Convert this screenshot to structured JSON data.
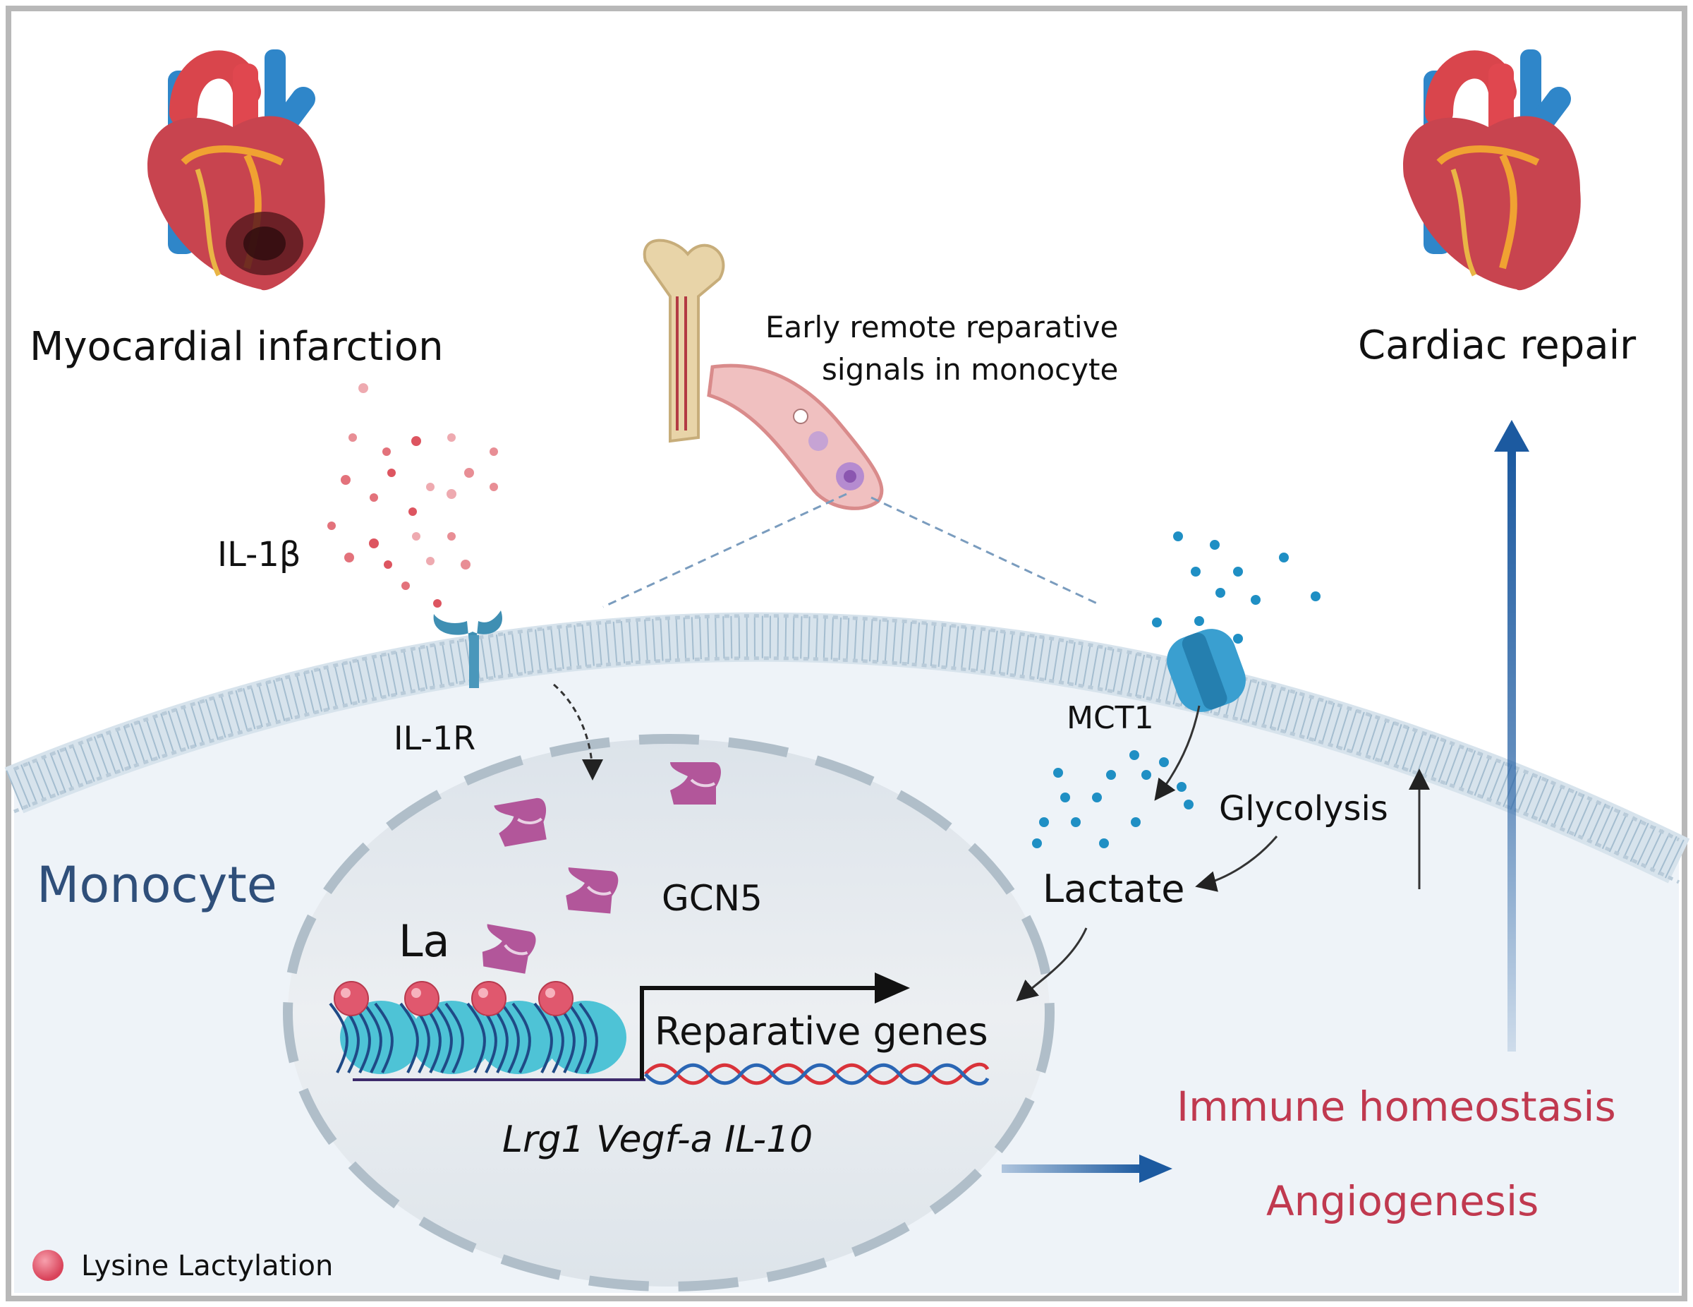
{
  "labels": {
    "myocardial_infarction": "Myocardial infarction",
    "cardiac_repair": "Cardiac repair",
    "early_remote_line1": "Early remote reparative",
    "early_remote_line2": "signals in monocyte",
    "il1b": "IL-1β",
    "il1r": "IL-1R",
    "mct1": "MCT1",
    "glycolysis": "Glycolysis",
    "lactate": "Lactate",
    "monocyte": "Monocyte",
    "gcn5": "GCN5",
    "la": "La",
    "reparative_genes": "Reparative genes",
    "gene_names": "Lrg1 Vegf-a IL-10",
    "immune_homeostasis": "Immune homeostasis",
    "angiogenesis": "Angiogenesis"
  },
  "legend": {
    "lysine_lactylation": "Lysine Lactylation"
  },
  "colors": {
    "cell_fill": "#eef3f8",
    "membrane": "#9fb8cc",
    "nucleus_fill": "#e6ebf0",
    "nucleus_border": "#b0bec9",
    "lactylation": "#e0586e",
    "gcn5": "#b2569a",
    "nucleosome": "#4ec3d6",
    "il1b_dot": "#d9434f",
    "lactate_dot": "#1f8fc4",
    "arrow_blue": "#1c5aa0",
    "text_red": "#c0394f",
    "text_blue": "#2f4f7a"
  },
  "icons": [
    "heart-infarcted-icon",
    "heart-repaired-icon",
    "bone-icon",
    "blood-vessel-icon",
    "il1r-receptor-icon",
    "mct1-transporter-icon",
    "gcn5-enzyme-icon",
    "nucleosome-icon",
    "dna-helix-icon"
  ]
}
